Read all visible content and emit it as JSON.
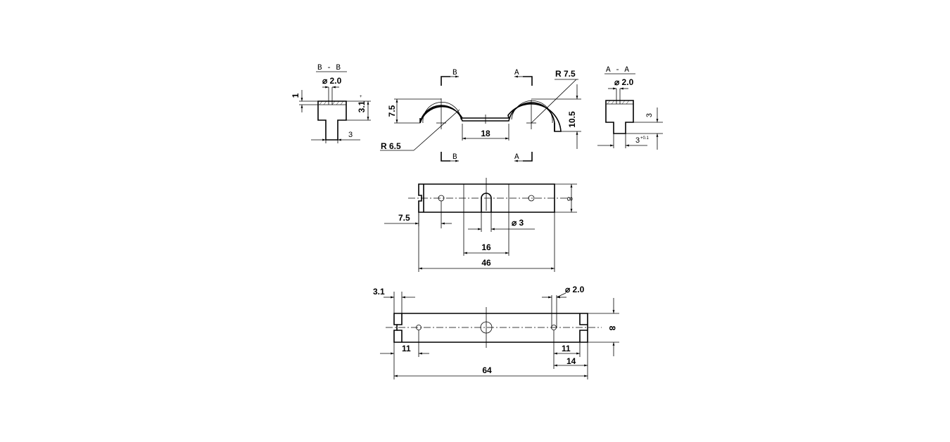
{
  "views": {
    "section_bb": {
      "title": "B - B",
      "dims": {
        "hole": "⌀ 2.0",
        "top": "1",
        "height": "3.1",
        "height_sup": "+",
        "width": "3"
      }
    },
    "front": {
      "labels": {
        "b_top": "B",
        "a_top": "A",
        "b_bottom": "B",
        "a_bottom": "A"
      },
      "dims": {
        "r_big": "R 7.5",
        "r_small": "R 6.5",
        "left_height": "7.5",
        "span": "18",
        "right_height": "10.5"
      }
    },
    "section_aa": {
      "title": "A - A",
      "dims": {
        "hole": "⌀ 2.0",
        "step": "3",
        "width": "3",
        "width_tol": "+0.1"
      }
    },
    "top_view": {
      "dims": {
        "offset": "7.5",
        "hole": "⌀ 3",
        "center": "16",
        "length": "46",
        "width": "8"
      }
    },
    "bottom_view": {
      "dims": {
        "notch": "3.1",
        "hole": "⌀ 2.0",
        "left": "11",
        "right": "11",
        "right_outer": "14",
        "length": "64",
        "width": "8"
      }
    }
  }
}
